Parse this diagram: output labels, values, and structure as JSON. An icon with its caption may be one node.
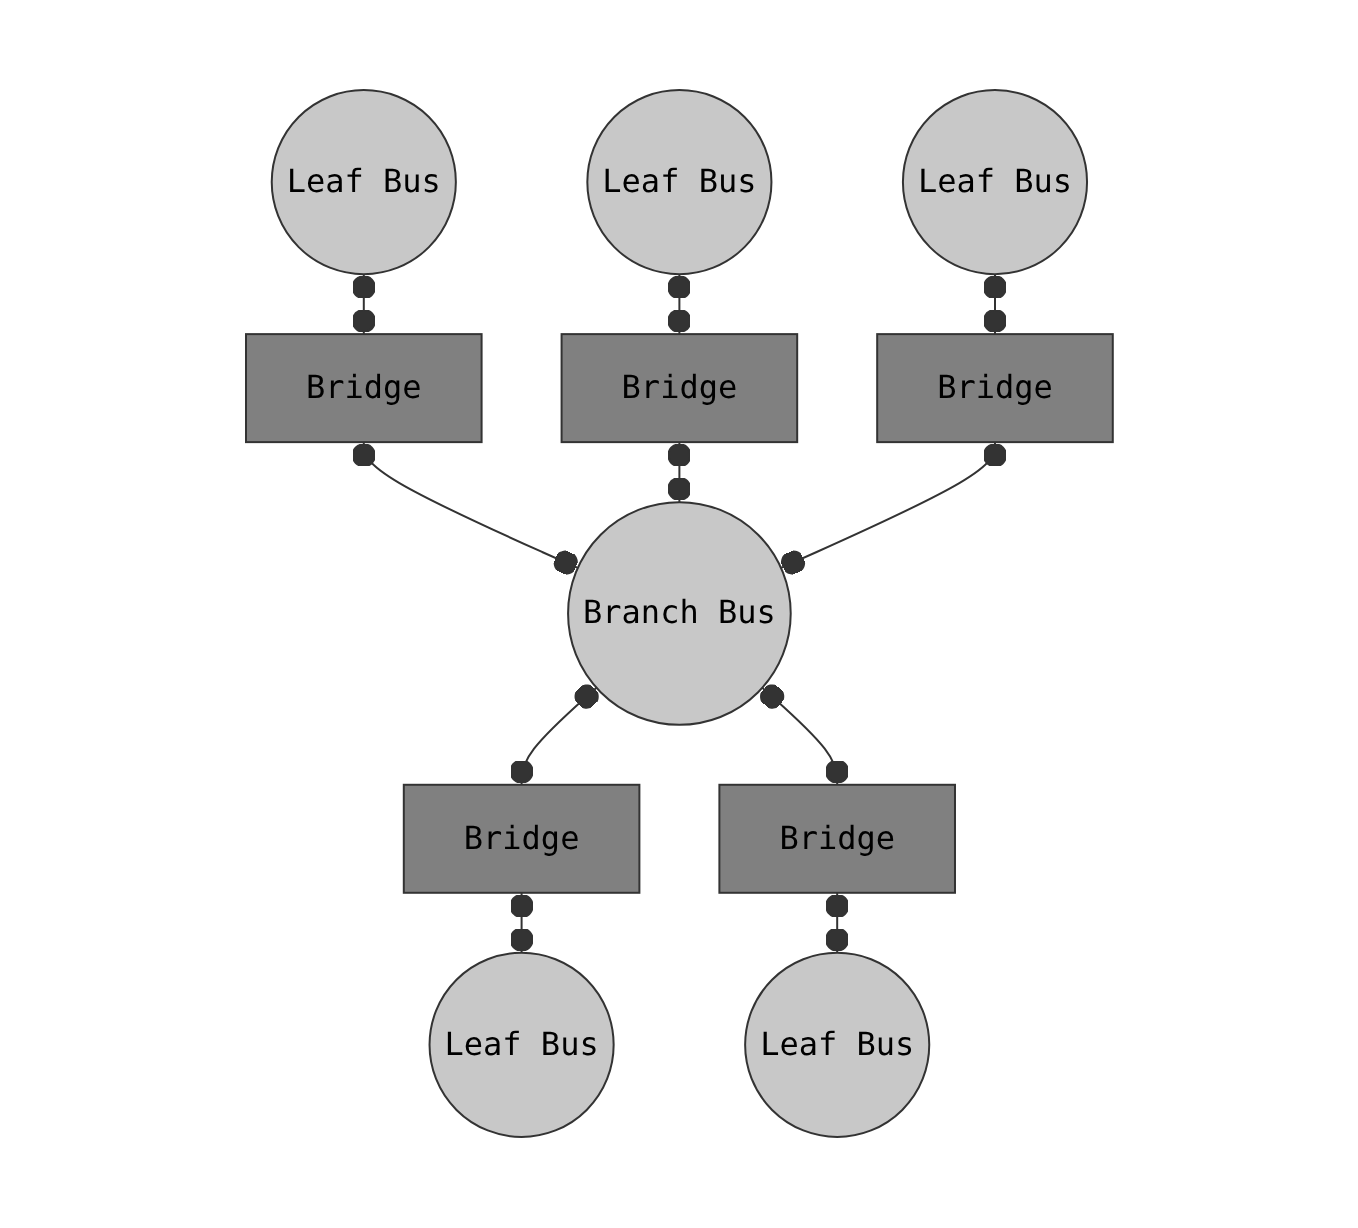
{
  "diagram": {
    "nodes": [
      {
        "text": [
          "Leaf Bus"
        ]
      },
      {
        "text": [
          "Leaf Bus"
        ]
      },
      {
        "text": [
          "Bridge"
        ]
      },
      {
        "text": [
          "Leaf Bus"
        ]
      },
      {
        "text": [
          "Bridge"
        ]
      },
      {
        "text": [
          "Bridge"
        ]
      },
      {
        "text": [
          "Branch Bus"
        ]
      },
      {
        "text": [
          "Bridge"
        ]
      },
      {
        "text": [
          "Leaf Bus"
        ]
      },
      {
        "text": [
          "Bridge"
        ]
      },
      {
        "text": [
          "Leaf Bus"
        ]
      }
    ],
    "edges": [
      {
        "from": 0,
        "to": 2,
        "arrow": "other"
      },
      {
        "from": 2,
        "to": 6,
        "arrow": "other"
      },
      {
        "from": 1,
        "to": 4,
        "arrow": "other"
      },
      {
        "from": 4,
        "to": 6,
        "arrow": "other"
      },
      {
        "from": 3,
        "to": 5,
        "arrow": "other"
      },
      {
        "from": 5,
        "to": 6,
        "arrow": "other"
      },
      {
        "from": 6,
        "to": 7,
        "arrow": "other"
      },
      {
        "from": 7,
        "to": 8,
        "arrow": "other"
      },
      {
        "from": 6,
        "to": 9,
        "arrow": "other"
      },
      {
        "from": 9,
        "to": 10,
        "arrow": "other"
      }
    ]
  }
}
